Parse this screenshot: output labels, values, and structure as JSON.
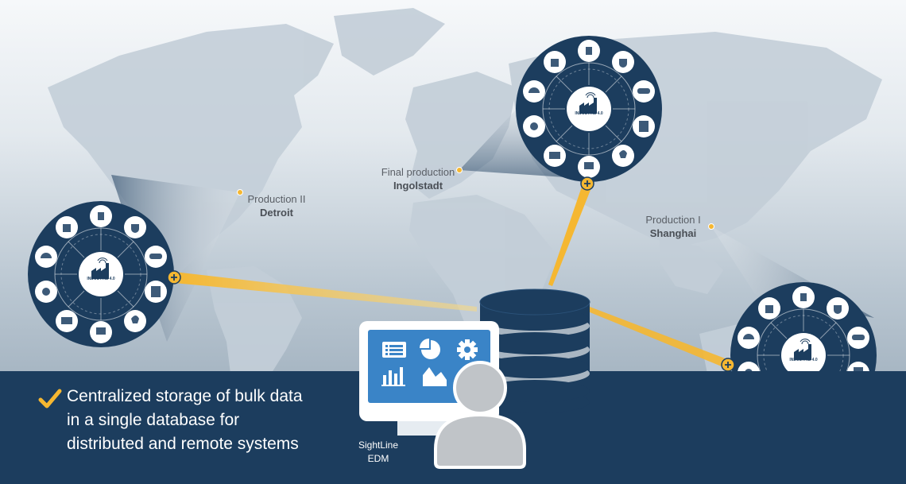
{
  "locations": {
    "detroit": {
      "role": "Production II",
      "city": "Detroit"
    },
    "ingolstadt": {
      "role": "Final production",
      "city": "Ingolstadt"
    },
    "shanghai": {
      "role": "Production I",
      "city": "Shanghai"
    }
  },
  "hub_label": "INDUSTRIE 4.0",
  "claim": {
    "line1": "Centralized storage of bulk data",
    "line2": "in a single database for",
    "line3": "distributed and remote systems"
  },
  "edm": {
    "line1": "SightLine",
    "line2": "EDM"
  },
  "colors": {
    "navy": "#1c3d5e",
    "accent": "#f5b731",
    "map": "#c3ced8"
  },
  "icons": {
    "hub_center": "factory-icon",
    "ring": [
      "cloud-sensor-icon",
      "robot-arm-icon",
      "shield-icon",
      "vr-goggles-icon",
      "server-rack-icon",
      "robot-hand-icon",
      "tablet-icon",
      "laptop-icon",
      "gear-icon",
      "cloud-sync-icon"
    ],
    "screen": [
      "list-icon",
      "pie-chart-icon",
      "gear-icon",
      "bar-chart-icon",
      "area-chart-icon"
    ],
    "user": "user-icon",
    "database": "database-icon",
    "check": "checkmark-icon"
  }
}
